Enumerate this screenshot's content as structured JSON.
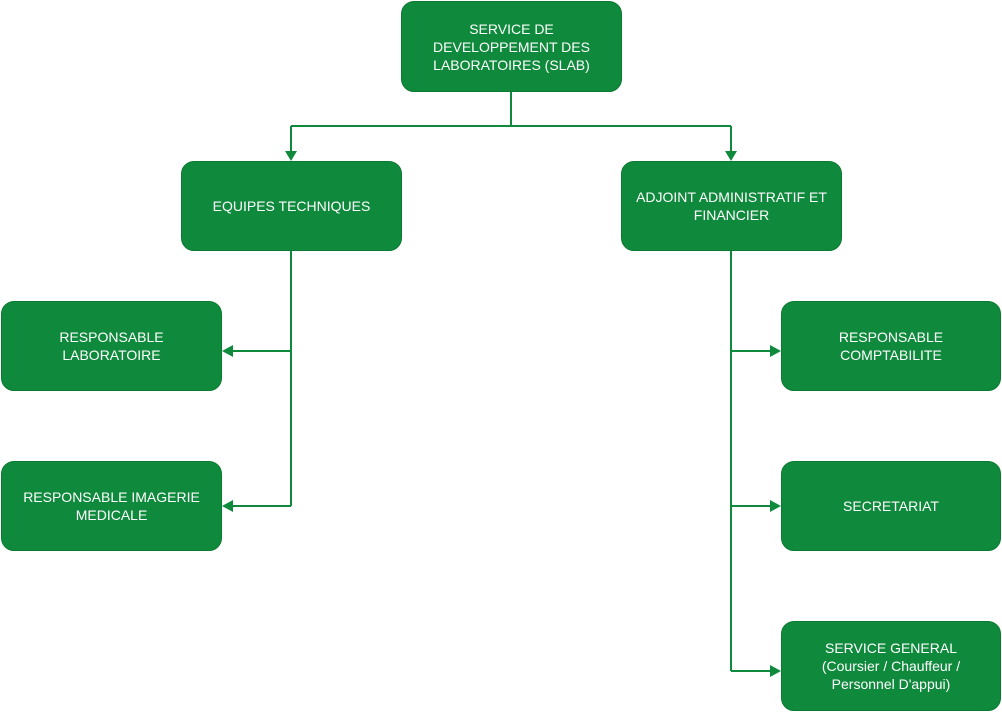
{
  "colors": {
    "node_fill": "#0f8a3c",
    "node_text": "#ffffff",
    "connector": "#0f8a3c",
    "background": "#ffffff"
  },
  "nodes": {
    "slab": {
      "lines": [
        "SERVICE DE",
        "DEVELOPPEMENT DES",
        "LABORATOIRES (SLAB)"
      ]
    },
    "equipes_techniques": {
      "lines": [
        "EQUIPES TECHNIQUES"
      ]
    },
    "adjoint_administratif": {
      "lines": [
        "ADJOINT ADMINISTRATIF ET",
        "FINANCIER"
      ]
    },
    "responsable_laboratoire": {
      "lines": [
        "RESPONSABLE",
        "LABORATOIRE"
      ]
    },
    "responsable_imagerie": {
      "lines": [
        "RESPONSABLE IMAGERIE",
        "MEDICALE"
      ]
    },
    "responsable_comptabilite": {
      "lines": [
        "RESPONSABLE",
        "COMPTABILITE"
      ]
    },
    "secretariat": {
      "lines": [
        "SECRETARIAT"
      ]
    },
    "service_general": {
      "lines": [
        "SERVICE GENERAL",
        "(Coursier / Chauffeur /",
        "Personnel D'appui)"
      ]
    }
  },
  "edges": [
    {
      "from": "slab",
      "to": "equipes_techniques"
    },
    {
      "from": "slab",
      "to": "adjoint_administratif"
    },
    {
      "from": "equipes_techniques",
      "to": "responsable_laboratoire"
    },
    {
      "from": "equipes_techniques",
      "to": "responsable_imagerie"
    },
    {
      "from": "adjoint_administratif",
      "to": "responsable_comptabilite"
    },
    {
      "from": "adjoint_administratif",
      "to": "secretariat"
    },
    {
      "from": "adjoint_administratif",
      "to": "service_general"
    }
  ]
}
